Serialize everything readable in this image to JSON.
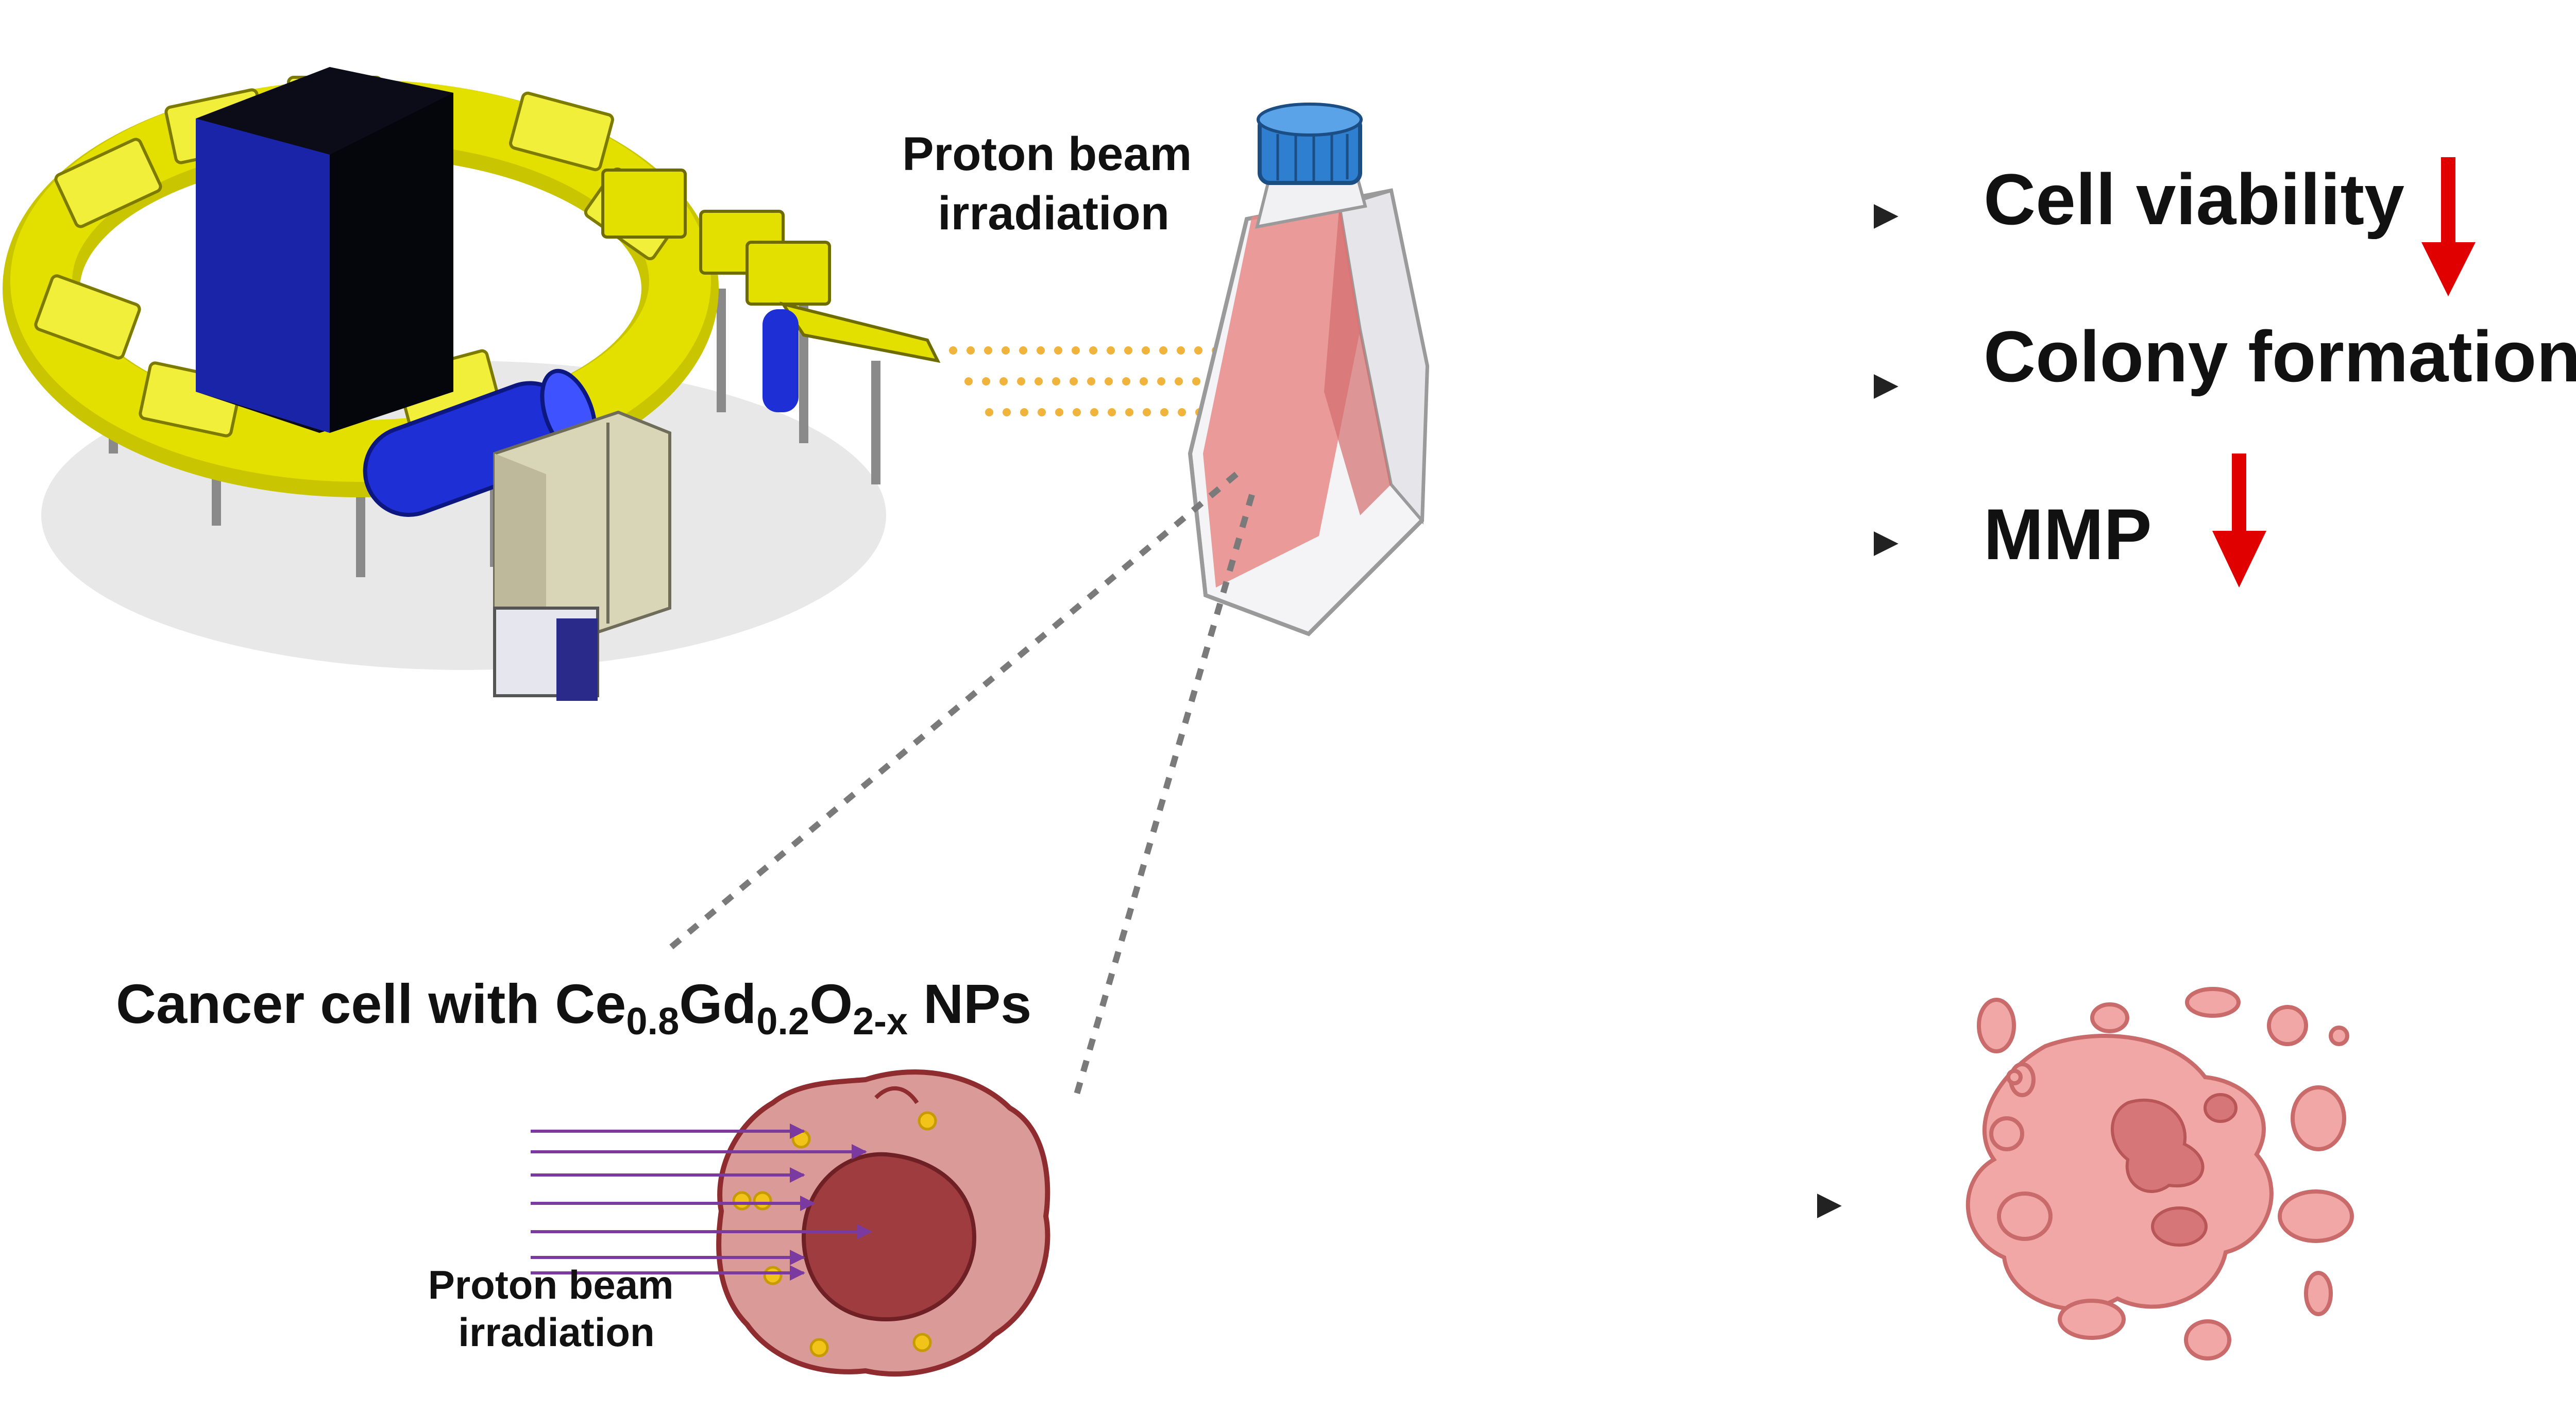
{
  "labels": {
    "beam_top": [
      "Proton beam",
      "irradiation"
    ],
    "beam_bottom": [
      "Proton beam",
      "irradiation"
    ],
    "cancer_cell": {
      "prefix": "Cancer cell with ",
      "ce": "Ce",
      "ce_sub": "0.8",
      "gd": "Gd",
      "gd_sub": "0.2",
      "o": "O",
      "o_sub": "2-x",
      "suffix": " NPs"
    }
  },
  "outcomes": [
    {
      "label": "Cell viability",
      "direction": "down"
    },
    {
      "label": "Colony formation",
      "direction": "down"
    },
    {
      "label": "MMP",
      "direction": "down"
    }
  ],
  "colors": {
    "accelerator_yellow": "#e3e000",
    "accelerator_blue": "#1f2fd6",
    "beam_dots": "#f0b43c",
    "flask_cap": "#2f7fd0",
    "flask_liquid": "#e98a8a",
    "cell_outer": "#d99a98",
    "cell_nucleus": "#9e3c40",
    "nanoparticle": "#f2c318",
    "proton_arrow": "#7a3aa0",
    "decrease_arrow": "#e00000",
    "arrow_black": "#222222",
    "debris_fill": "#f1a7a6",
    "debris_stroke": "#c96b6b"
  },
  "icons": [
    "proton-accelerator-icon",
    "cell-culture-flask-icon",
    "cancer-cell-icon",
    "apoptotic-cell-debris-icon"
  ]
}
